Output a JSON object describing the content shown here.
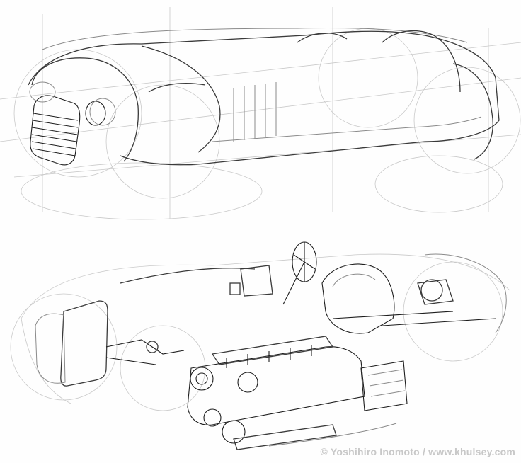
{
  "image": {
    "description": "Two pencil design sketches of a vintage racing car",
    "panels": [
      {
        "id": "top",
        "subject": "exterior perspective sketch with construction lines"
      },
      {
        "id": "bottom",
        "subject": "cutaway sketch showing engine, chassis, seat and steering wheel"
      }
    ]
  },
  "credit": {
    "text": "© Yoshihiro Inomoto / www.khulsey.com",
    "color": "#c8c8c8"
  },
  "colors": {
    "background": "#fefefe",
    "line_dark": "#1e1e1e",
    "line_faint": "#c9c9c9"
  }
}
